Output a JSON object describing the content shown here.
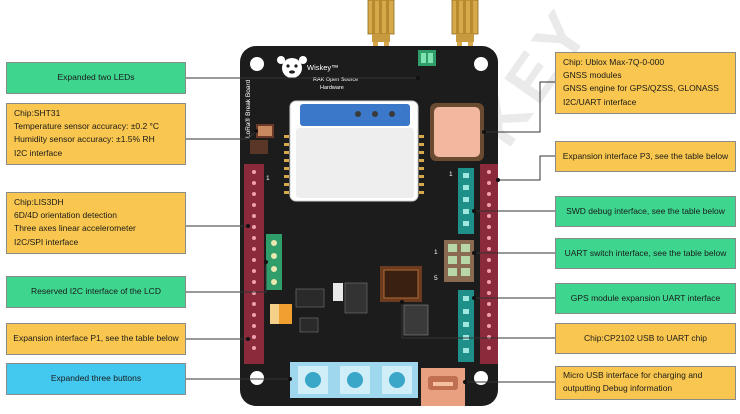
{
  "board": {
    "brand": "Wiskey™",
    "subtitle_line1": "RAK Open Source",
    "subtitle_line2": "Hardware",
    "side_label": "LoRa® Break Board",
    "pin_markers": [
      "1",
      "1",
      "5"
    ]
  },
  "callouts": {
    "left": [
      {
        "id": "two-leds",
        "color": "green",
        "lines": [
          "Expanded two LEDs"
        ]
      },
      {
        "id": "sht31",
        "color": "orange",
        "lines": [
          "Chip:SHT31",
          "Temperature sensor accuracy: ±0.2 °C",
          "Humidity sensor accuracy: ±1.5% RH",
          "I2C interface"
        ]
      },
      {
        "id": "lis3dh",
        "color": "orange",
        "lines": [
          "Chip:LIS3DH",
          "6D/4D orientation detection",
          "Three axes linear accelerometer",
          "I2C/SPI interface"
        ]
      },
      {
        "id": "lcd-i2c",
        "color": "green",
        "lines": [
          "Reserved I2C interface of the LCD"
        ]
      },
      {
        "id": "p1",
        "color": "orange",
        "lines": [
          "Expansion interface P1, see the table below"
        ]
      },
      {
        "id": "buttons",
        "color": "blue",
        "lines": [
          "Expanded three buttons"
        ]
      }
    ],
    "right": [
      {
        "id": "ublox",
        "color": "orange",
        "lines": [
          "Chip: Ublox Max-7Q-0-000",
          "GNSS modules",
          "GNSS engine for GPS/QZSS, GLONASS",
          "I2C/UART interface"
        ]
      },
      {
        "id": "p3",
        "color": "orange",
        "lines": [
          "Expansion interface P3, see the table below"
        ]
      },
      {
        "id": "swd",
        "color": "green",
        "lines": [
          "SWD debug interface, see the table below"
        ]
      },
      {
        "id": "uart-switch",
        "color": "green",
        "lines": [
          "UART switch interface, see the table below"
        ]
      },
      {
        "id": "gps-uart",
        "color": "green",
        "lines": [
          "GPS module expansion UART interface"
        ]
      },
      {
        "id": "cp2102",
        "color": "orange",
        "lines": [
          "Chip:CP2102 USB to UART chip"
        ]
      },
      {
        "id": "usb",
        "color": "orange",
        "lines": [
          "Micro USB interface for charging and",
          "outputting Debug information"
        ]
      }
    ]
  },
  "colors": {
    "orange": "#f9c74f",
    "green": "#3ed68f",
    "blue": "#43c8ef",
    "pcb": "#1c1c1c",
    "header_red": "#8a2a3a",
    "header_teal": "#1f8f8a",
    "gold": "#d8a94a"
  },
  "watermark": "WISKEY"
}
